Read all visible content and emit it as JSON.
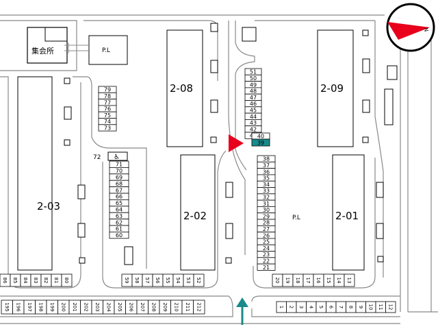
{
  "map": {
    "meeting_hall": "集会所",
    "parking_lot_label": "P.L",
    "buildings": [
      {
        "id": "b-2-08",
        "label": "2-08"
      },
      {
        "id": "b-2-09",
        "label": "2-09"
      },
      {
        "id": "b-2-03",
        "label": "2-03"
      },
      {
        "id": "b-2-02",
        "label": "2-02"
      },
      {
        "id": "b-2-01",
        "label": "2-01"
      }
    ],
    "highlighted_space": "39",
    "spaces": {
      "col_73_79": [
        "79",
        "78",
        "77",
        "76",
        "75",
        "74",
        "73"
      ],
      "col_60_71": [
        "71",
        "70",
        "69",
        "68",
        "67",
        "66",
        "65",
        "64",
        "63",
        "62",
        "61",
        "60"
      ],
      "label_72": "72",
      "col_41_51": [
        "51",
        "50",
        "49",
        "48",
        "47",
        "46",
        "45",
        "44",
        "43",
        "42",
        "41"
      ],
      "space_40": "40",
      "col_21_38": [
        "38",
        "37",
        "36",
        "35",
        "34",
        "33",
        "32",
        "31",
        "30",
        "29",
        "28",
        "27",
        "26",
        "25",
        "24",
        "23",
        "22",
        "21"
      ],
      "row_80_86": [
        "86",
        "85",
        "84",
        "83",
        "82",
        "81",
        "80"
      ],
      "row_52_59": [
        "59",
        "58",
        "57",
        "56",
        "55",
        "54",
        "53",
        "52"
      ],
      "row_13_20": [
        "20",
        "19",
        "18",
        "17",
        "16",
        "15",
        "14",
        "13"
      ],
      "row_195_212": [
        "195",
        "196",
        "197",
        "198",
        "199",
        "200",
        "201",
        "202",
        "203",
        "204",
        "205",
        "206",
        "207",
        "208",
        "209",
        "210",
        "211",
        "212"
      ],
      "row_1_12": [
        "1",
        "2",
        "3",
        "4",
        "5",
        "6",
        "7",
        "8",
        "9",
        "10",
        "11",
        "12"
      ]
    },
    "compass_letter": "N",
    "accessible_icon": "wheelchair-icon",
    "colors": {
      "highlight": "#1a8a8a",
      "entrance_arrow": "#1a8a8a",
      "location_marker": "#e8001c",
      "compass_arrow": "#e8001c"
    }
  }
}
